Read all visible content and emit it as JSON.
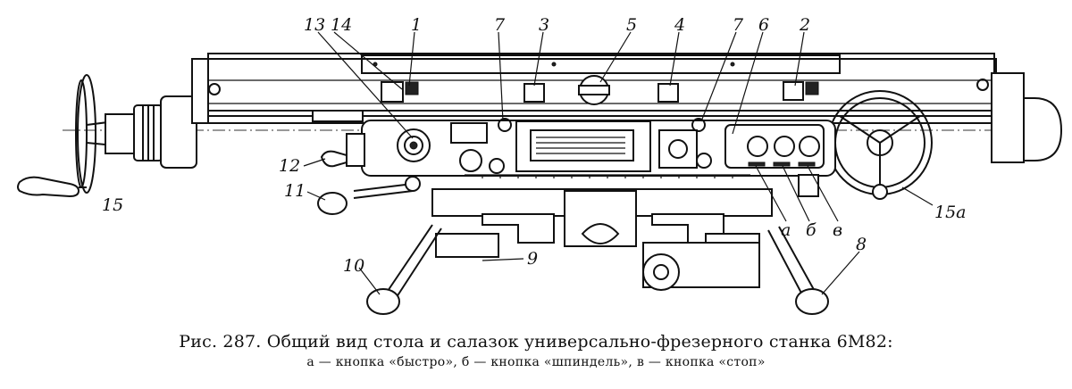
{
  "figure": {
    "callouts": {
      "c15": "15",
      "c13": "13",
      "c14": "14",
      "c1": "1",
      "c7a": "7",
      "c3": "3",
      "c5": "5",
      "c4": "4",
      "c7b": "7",
      "c6": "6",
      "c2": "2",
      "c12": "12",
      "c11": "11",
      "c10": "10",
      "c9": "9",
      "c8": "8",
      "c15a": "15a",
      "ca": "а",
      "cb": "б",
      "cv": "в"
    }
  },
  "caption": {
    "title": "Рис. 287. Общий вид стола и салазок универсально-фрезерного станка 6М82:",
    "legend_a": "а — кнопка «быстро»,",
    "legend_b": "б — кнопка «шпиндель»,",
    "legend_v": "в — кнопка «стоп»"
  }
}
